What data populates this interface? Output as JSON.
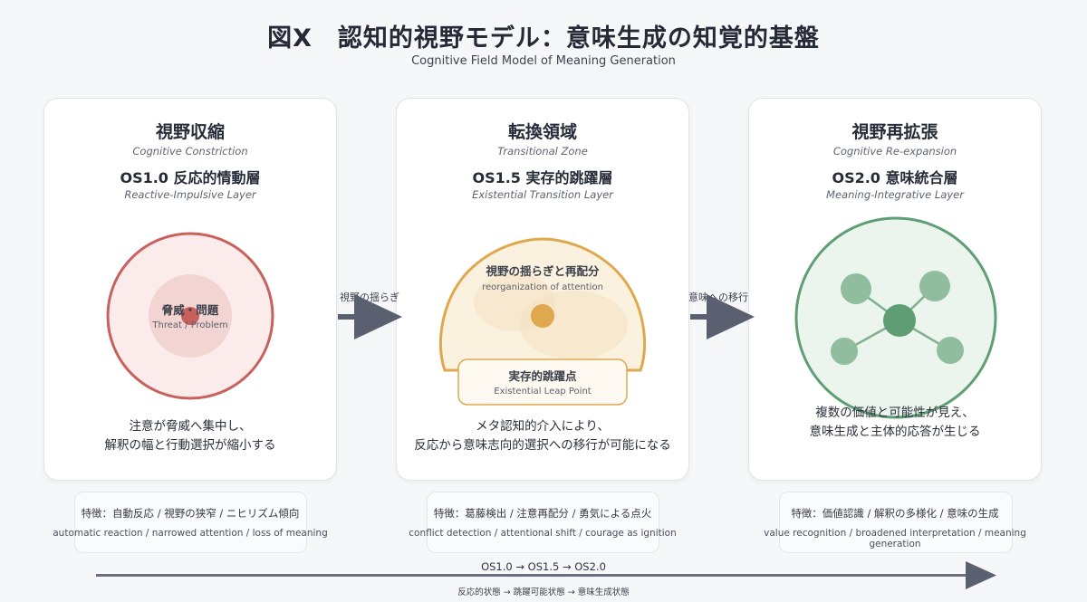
{
  "header": {
    "title": "図X　認知的視野モデル：意味生成の知覚的基盤",
    "subtitle": "Cognitive Field Model of Meaning Generation"
  },
  "stages": [
    {
      "title": "視野収縮",
      "title_en": "Cognitive Constriction",
      "layer": "OS1.0 反応的情動層",
      "layer_en": "Reactive-Impulsive Layer",
      "center_label": "脅威・問題",
      "center_label_en": "Threat / Problem",
      "desc_line1": "注意が脅威へ集中し、",
      "desc_line2": "解釈の幅と行動選択が縮小する",
      "feature_jp": "特徴：自動反応 / 視野の狭窄 / ニヒリズム傾向",
      "feature_en": "automatic reaction / narrowed attention / loss of meaning",
      "color": "#c8615c"
    },
    {
      "title": "転換領域",
      "title_en": "Transitional Zone",
      "layer": "OS1.5 実存的跳躍層",
      "layer_en": "Existential Transition Layer",
      "center_label": "視野の揺らぎと再配分",
      "center_label_en": "reorganization of attention",
      "leap_label": "実存的跳躍点",
      "leap_label_en": "Existential Leap Point",
      "desc_line1": "メタ認知的介入により、",
      "desc_line2": "反応から意味志向的選択への移行が可能になる",
      "feature_jp": "特徴：葛藤検出 / 注意再配分 / 勇気による点火",
      "feature_en": "conflict detection / attentional shift / courage as ignition",
      "color": "#dfa84f"
    },
    {
      "title": "視野再拡張",
      "title_en": "Cognitive Re-expansion",
      "layer": "OS2.0 意味統合層",
      "layer_en": "Meaning-Integrative Layer",
      "desc_line1": "複数の価値と可能性が見え、",
      "desc_line2": "意味生成と主体的応答が生じる",
      "feature_jp": "特徴：価値認識 / 解釈の多様化 / 意味の生成",
      "feature_en": "value recognition / broadened interpretation / meaning generation",
      "color": "#5f9e74"
    }
  ],
  "transitions": [
    {
      "label": "視野の揺らぎ"
    },
    {
      "label": "意味への移行"
    }
  ],
  "progress": {
    "label": "OS1.0 → OS1.5 → OS2.0",
    "sublabel": "反応的状態 → 跳躍可能状態 → 意味生成状態"
  },
  "colors": {
    "arrow": "#5a6070",
    "card_border": "#e1e4ea"
  }
}
